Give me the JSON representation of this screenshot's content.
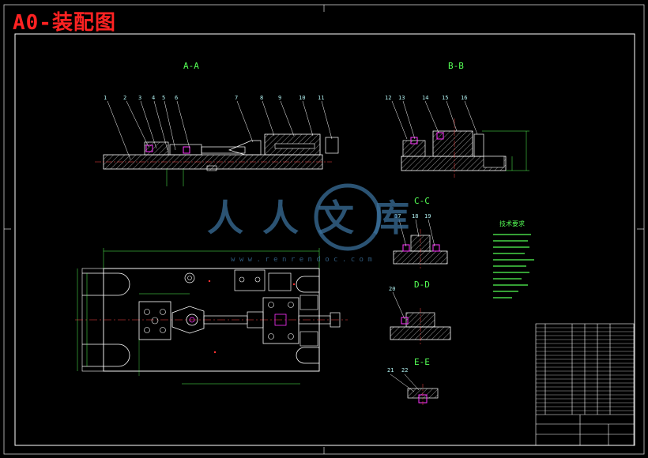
{
  "title": "A0-装配图",
  "sections": {
    "aa": "A-A",
    "bb": "B-B",
    "cc": "C-C",
    "dd": "D-D",
    "ee": "E-E"
  },
  "part_numbers_aa": [
    "1",
    "2",
    "3",
    "4",
    "5",
    "6",
    "7",
    "8",
    "9",
    "10",
    "11"
  ],
  "part_numbers_bb": [
    "12",
    "13",
    "14",
    "15",
    "16"
  ],
  "part_numbers_cc": [
    "17",
    "18",
    "19"
  ],
  "part_numbers_dd": [
    "20"
  ],
  "part_numbers_ee": [
    "21",
    "22"
  ],
  "notes_heading": "技术要求",
  "watermark": {
    "text": "人人文库",
    "url": "w w w . r e n r e n d o c . c o m"
  },
  "colors": {
    "background": "#000000",
    "border": "#ffffff",
    "title": "#ff2222",
    "lines": "#ffffff",
    "dimension": "#55ff55",
    "labels": "#b0f0f0",
    "hatch": "#ffffff",
    "holes": "#ff33ff",
    "watermark": "#3a6f9a"
  }
}
